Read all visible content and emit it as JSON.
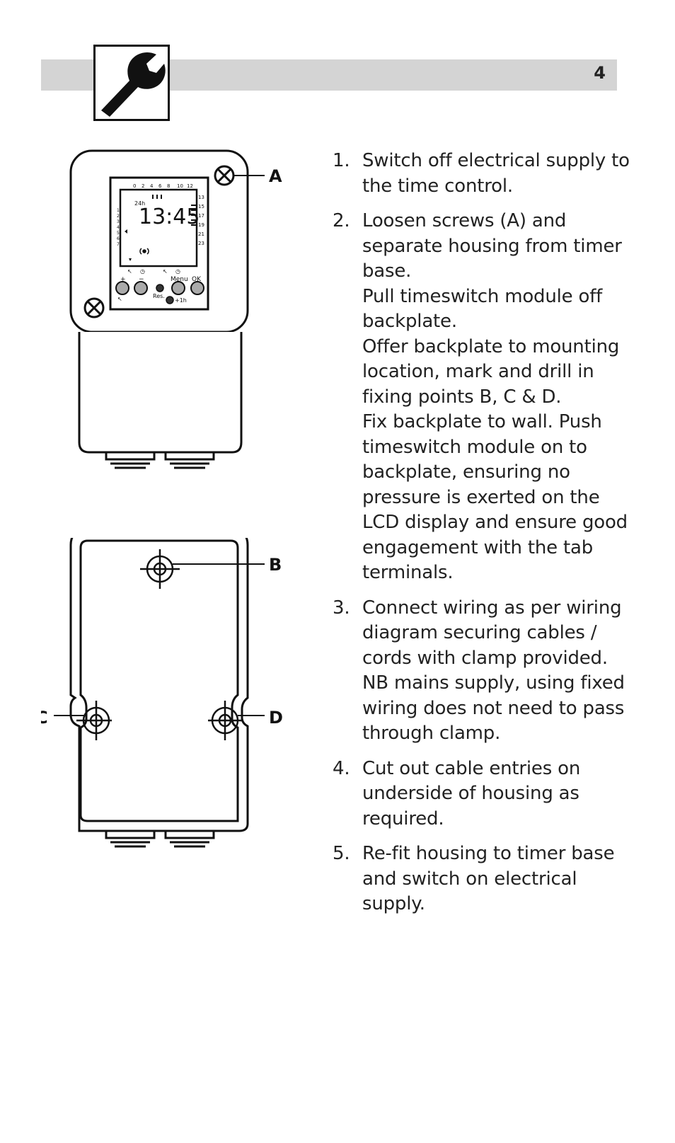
{
  "header": {
    "page_number": "4",
    "icon": "wrench-icon"
  },
  "figures": {
    "front": {
      "callout_a": "A",
      "lcd": {
        "time": "13:45",
        "mode": "24h",
        "top_scale": [
          "0",
          "2",
          "4",
          "6",
          "8",
          "10",
          "12"
        ],
        "right_scale": [
          "13",
          "15",
          "17",
          "19",
          "21",
          "23"
        ],
        "left_scale": [
          "1",
          "2",
          "3",
          "4",
          "5",
          "6",
          "7"
        ]
      },
      "buttons": {
        "plus": "+",
        "minus": "−",
        "menu": "Menu",
        "ok": "OK",
        "reset": "Res.",
        "plus_one_hour": "+1h"
      }
    },
    "back": {
      "callout_b": "B",
      "callout_c": "C",
      "callout_d": "D"
    }
  },
  "steps": [
    {
      "number": "1.",
      "paragraphs": [
        "Switch off electrical supply to the time control."
      ]
    },
    {
      "number": "2.",
      "paragraphs": [
        "Loosen screws (A) and separate housing from timer base.",
        "Pull timeswitch module off backplate.",
        "Offer backplate to mounting location, mark and drill in fixing points B, C & D.",
        "Fix backplate to wall. Push timeswitch module on to backplate, ensuring no pressure is exerted on the LCD display and ensure good engagement with the tab terminals."
      ]
    },
    {
      "number": "3.",
      "paragraphs": [
        "Connect wiring as per wiring diagram securing cables / cords with clamp provided.",
        "NB mains supply, using fixed wiring does not need to pass through clamp."
      ]
    },
    {
      "number": "4.",
      "paragraphs": [
        "Cut out cable entries on underside of housing as required."
      ]
    },
    {
      "number": "5.",
      "paragraphs": [
        "Re-fit housing to timer base and switch on electrical supply."
      ]
    }
  ]
}
